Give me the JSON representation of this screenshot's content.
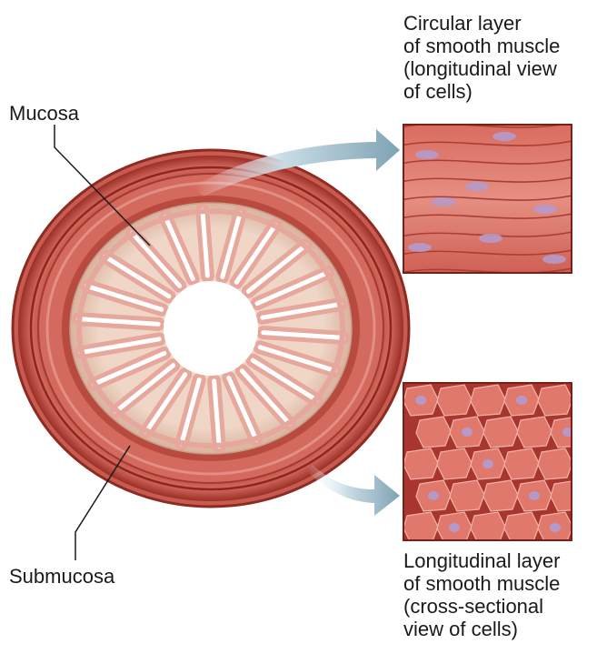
{
  "labels": {
    "mucosa": "Mucosa",
    "submucosa": "Submucosa",
    "circular": [
      "Circular layer",
      "of smooth muscle",
      "(longitudinal view",
      "of cells)"
    ],
    "longitudinal": [
      "Longitudinal layer",
      "of smooth muscle",
      "(cross-sectional",
      "view of cells)"
    ]
  },
  "colors": {
    "muscle": "#c8554c",
    "muscle_dark": "#8f2a22",
    "muscle_light": "#e58f82",
    "submucosa": "#e7c7b4",
    "mucosa_fold": "#f2c6bd",
    "nucleus": "#b59ac9",
    "arrow": "#90b0bf"
  }
}
